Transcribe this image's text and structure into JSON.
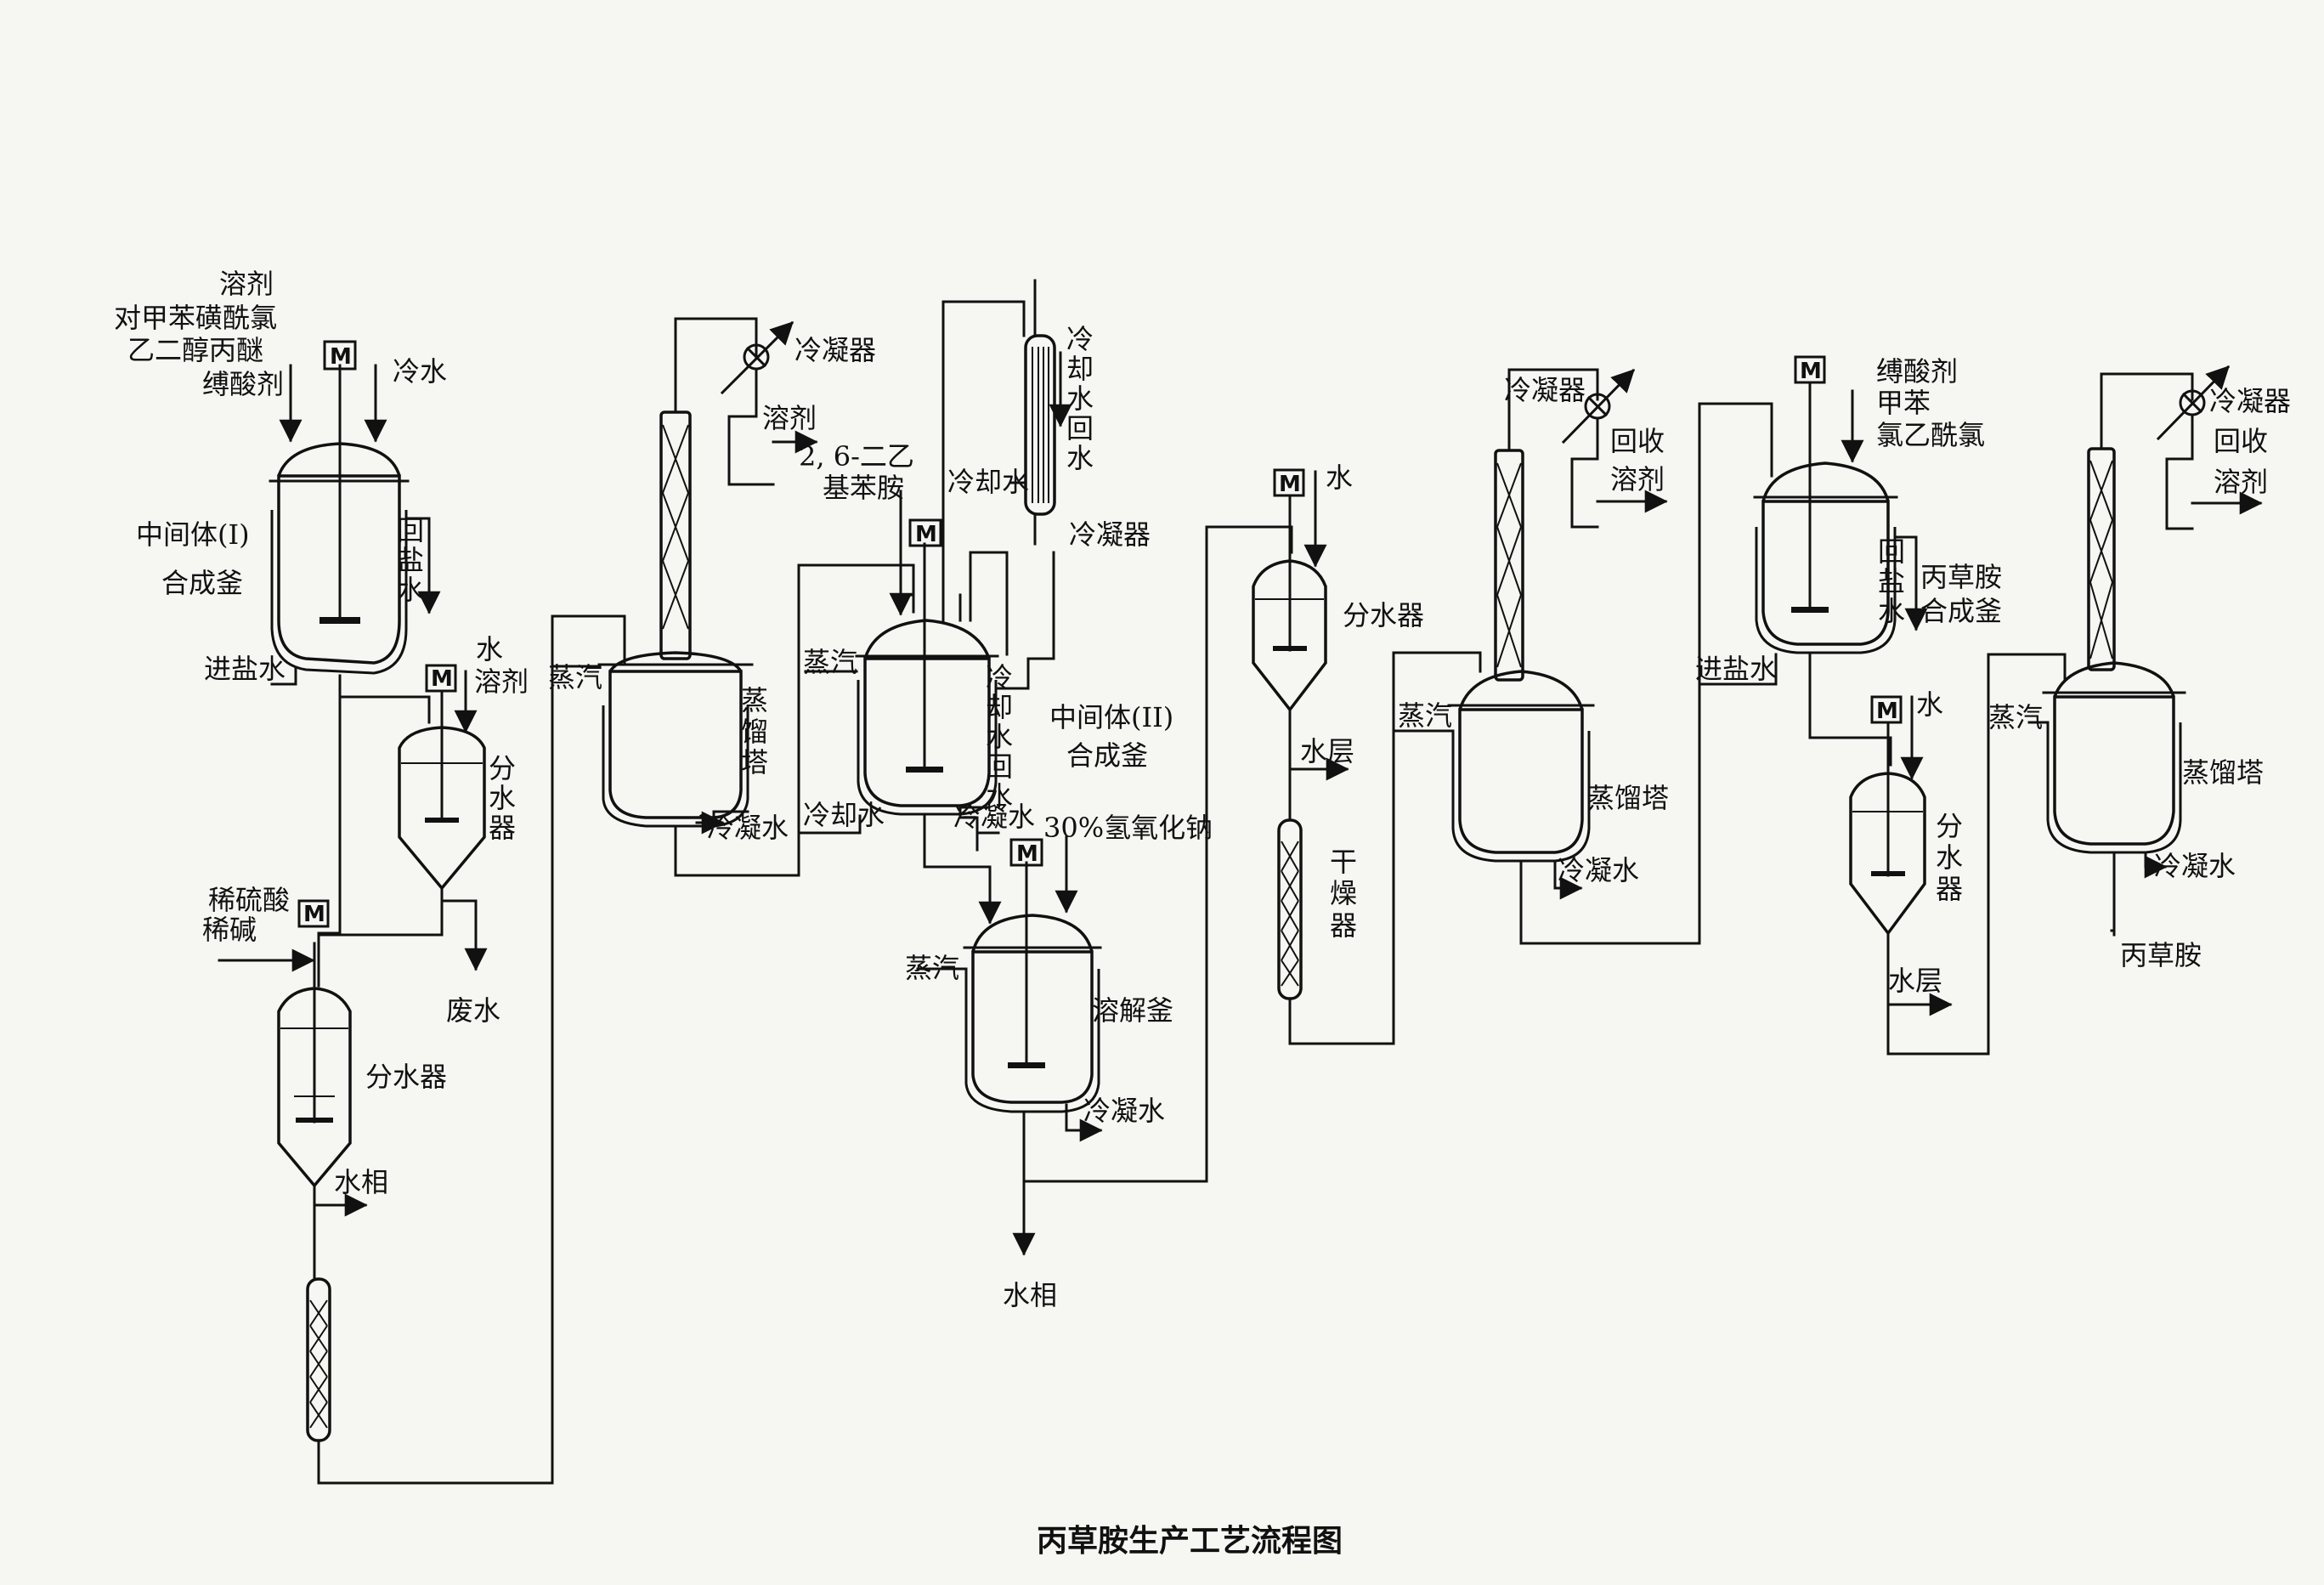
{
  "caption": "丙草胺生产工艺流程图",
  "motor_letter": "M",
  "labels": {
    "solvent_in": "溶剂",
    "tosyl_chloride": "对甲苯磺酰氯",
    "glycol_propyl_ether": "乙二醇丙醚",
    "acid_binder_1": "缚酸剂",
    "cold_water": "冷水",
    "int1_name": "中间体(Ⅰ)",
    "int1_reactor": "合成釜",
    "brine_return_1": "回",
    "brine_return_2": "盐",
    "brine_return_3": "水",
    "brine_in_1": "进盐水",
    "water_in_sep1": "水",
    "solvent_in_sep1": "溶剂",
    "sep1_1": "分",
    "sep1_2": "水",
    "sep1_3": "器",
    "dilute_acid": "稀硫酸",
    "dilute_base": "稀碱",
    "waste_water": "废水",
    "sep2": "分水器",
    "water_phase_1": "水相",
    "condenser_1": "冷凝器",
    "solvent_out": "溶剂",
    "dea_1": "2, 6-二乙",
    "dea_2": "基苯胺",
    "steam_1": "蒸汽",
    "dist1_1": "蒸",
    "dist1_2": "馏",
    "dist1_3": "塔",
    "condensate_1": "冷凝水",
    "cw_in_1": "冷却水",
    "cwr_1": "冷",
    "cwr_2": "却",
    "cwr_3": "水",
    "cwr_4": "回",
    "cwr_5": "水",
    "condenser_2": "冷凝器",
    "steam_2": "蒸汽",
    "cwr2_1": "冷",
    "cwr2_2": "却",
    "cwr2_3": "水",
    "cwr2_4": "回",
    "cwr2_5": "水",
    "int2_name": "中间体(II)",
    "int2_reactor": "合成釜",
    "cw_in_2": "冷却水",
    "condensate_2": "冷凝水",
    "naoh": "30%氢氧化钠",
    "steam_3": "蒸汽",
    "dissolver": "溶解釜",
    "condensate_3": "冷凝水",
    "water_phase_2": "水相",
    "water_in_sep3": "水",
    "sep3": "分水器",
    "water_layer_1": "水层",
    "dryer_1": "干",
    "dryer_2": "燥",
    "dryer_3": "器",
    "condenser_3": "冷凝器",
    "recovered_1a": "回收",
    "recovered_1b": "溶剂",
    "steam_4": "蒸汽",
    "dist2": "蒸馏塔",
    "condensate_4": "冷凝水",
    "acid_binder_2": "缚酸剂",
    "toluene": "甲苯",
    "chloroacetyl": "氯乙酰氯",
    "brine_return2_1": "回",
    "brine_return2_2": "盐",
    "brine_return2_3": "水",
    "prod_reactor_1": "丙草胺",
    "prod_reactor_2": "合成釜",
    "brine_in_2": "进盐水",
    "water_in_sep4": "水",
    "sep4_1": "分",
    "sep4_2": "水",
    "sep4_3": "器",
    "water_layer_2": "水层",
    "condenser_4": "冷凝器",
    "recovered_2a": "回收",
    "recovered_2b": "溶剂",
    "steam_5": "蒸汽",
    "dist3": "蒸馏塔",
    "condensate_5": "冷凝水",
    "product": "丙草胺"
  }
}
